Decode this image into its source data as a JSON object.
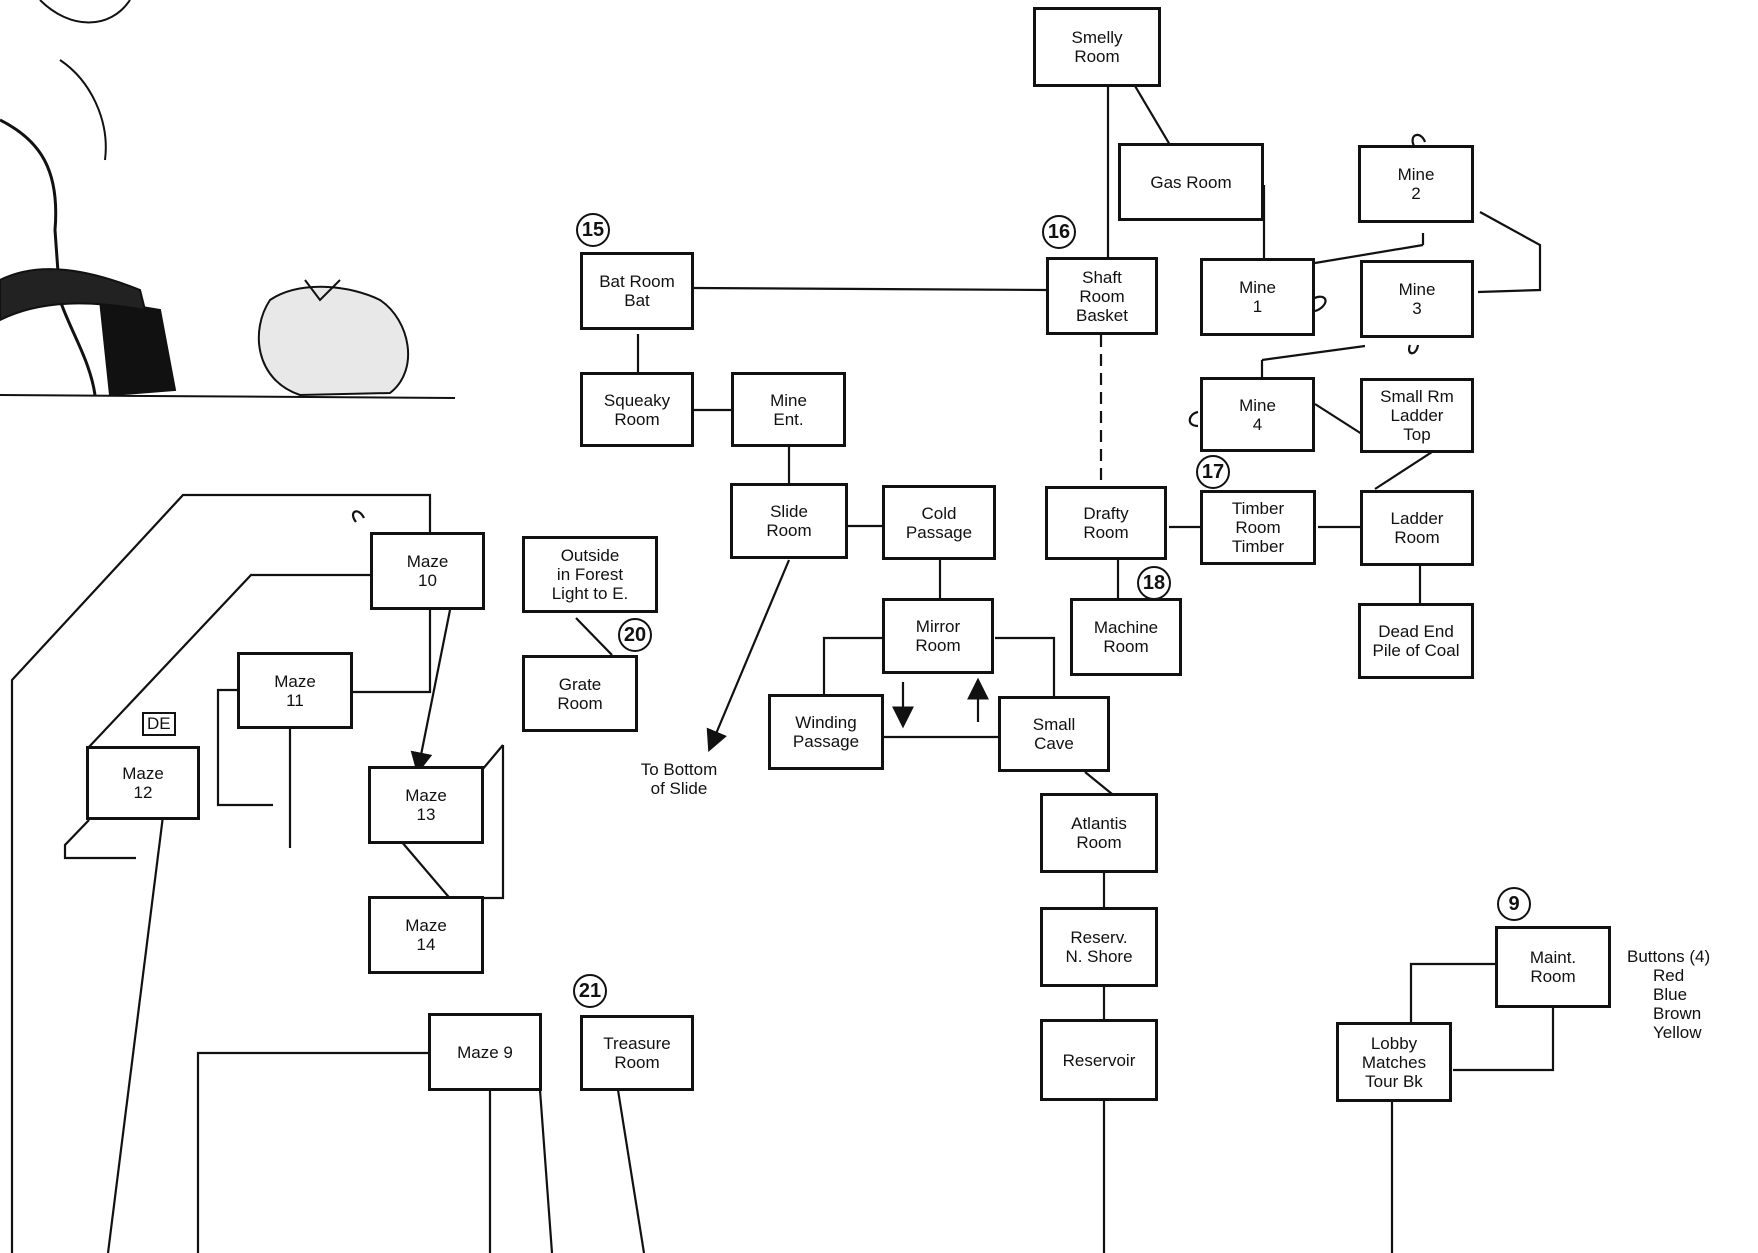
{
  "rooms": {
    "smelly_room": [
      "Smelly",
      "Room"
    ],
    "gas_room": [
      "Gas Room"
    ],
    "mine_2": [
      "Mine",
      "2"
    ],
    "bat_room": [
      "Bat Room",
      "Bat"
    ],
    "shaft_room": [
      "Shaft",
      "Room",
      "Basket"
    ],
    "mine_1": [
      "Mine",
      "1"
    ],
    "mine_3": [
      "Mine",
      "3"
    ],
    "squeaky_room": [
      "Squeaky",
      "Room"
    ],
    "mine_entrance": [
      "Mine",
      "Ent."
    ],
    "mine_4": [
      "Mine",
      "4"
    ],
    "small_rm_ladder_top": [
      "Small Rm",
      "Ladder",
      "Top"
    ],
    "slide_room": [
      "Slide",
      "Room"
    ],
    "cold_passage": [
      "Cold",
      "Passage"
    ],
    "drafty_room": [
      "Drafty",
      "Room"
    ],
    "timber_room": [
      "Timber",
      "Room",
      "Timber"
    ],
    "ladder_room": [
      "Ladder",
      "Room"
    ],
    "maze_10": [
      "Maze",
      "10"
    ],
    "outside_forest": [
      "Outside",
      "in Forest",
      "Light to E."
    ],
    "mirror_room": [
      "Mirror",
      "Room"
    ],
    "machine_room": [
      "Machine",
      "Room"
    ],
    "dead_end": [
      "Dead End",
      "Pile of Coal"
    ],
    "maze_11": [
      "Maze",
      "11"
    ],
    "grate_room": [
      "Grate",
      "Room"
    ],
    "winding_passage": [
      "Winding",
      "Passage"
    ],
    "small_cave": [
      "Small",
      "Cave"
    ],
    "maze_12": [
      "Maze",
      "12"
    ],
    "maze_13": [
      "Maze",
      "13"
    ],
    "atlantis_room": [
      "Atlantis",
      "Room"
    ],
    "maze_14": [
      "Maze",
      "14"
    ],
    "reservoir_north_shore": [
      "Reserv.",
      "N. Shore"
    ],
    "maint_room": [
      "Maint.",
      "Room"
    ],
    "maze_9": [
      "Maze 9"
    ],
    "treasure_room": [
      "Treasure",
      "Room"
    ],
    "reservoir": [
      "Reservoir"
    ],
    "lobby": [
      "Lobby",
      "Matches",
      "Tour Bk"
    ]
  },
  "markers": {
    "m15": "15",
    "m16": "16",
    "m17": "17",
    "m18": "18",
    "m20": "20",
    "m21": "21",
    "m9": "9"
  },
  "tag_de": "DE",
  "note_slide": [
    "To Bottom",
    "of Slide"
  ],
  "buttons": {
    "title": "Buttons (4)",
    "items": [
      "Red",
      "Blue",
      "Brown",
      "Yellow"
    ]
  }
}
